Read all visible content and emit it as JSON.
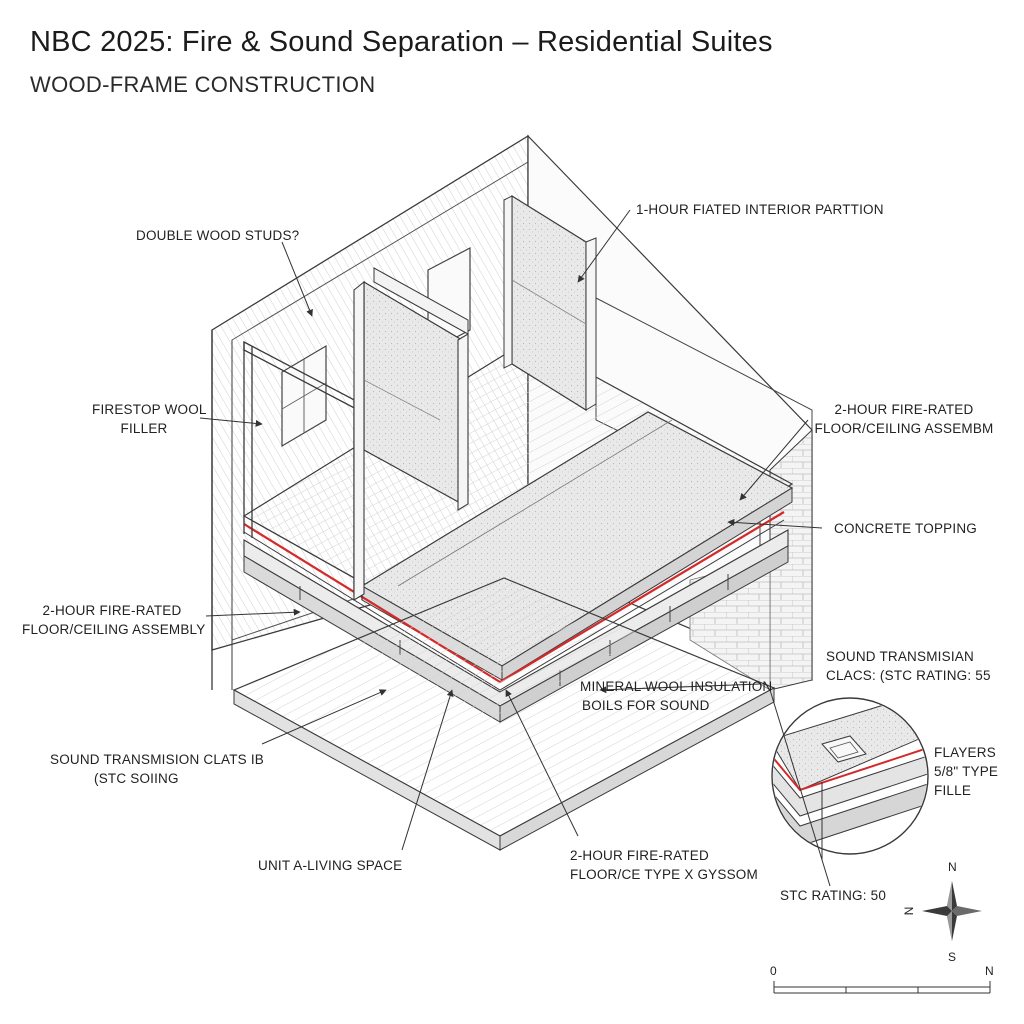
{
  "header": {
    "title": "NBC 2025: Fire & Sound Separation – Residential Suites",
    "subtitle": "WOOD-FRAME CONSTRUCTION"
  },
  "labels": {
    "double_wood_studs": "DOUBLE WOOD STUDS?",
    "interior_partition": "1-HOUR FIATED INTERIOR PARTTION",
    "firestop_line1": "FIRESTOP WOOL",
    "firestop_line2": "FILLER",
    "upper_assembly_line1": "2-HOUR FIRE-RATED",
    "upper_assembly_line2": "FLOOR/CEILING ASSEMBM",
    "concrete_topping": "CONCRETE TOPPING",
    "left_assembly_line1": "2-HOUR FIRE-RATED",
    "left_assembly_line2": "FLOOR/CEILING ASSEMBLY",
    "stc_right_line1": "SOUND TRANSMISIAN",
    "stc_right_line2": "CLACS: (STC RATING: 55",
    "mineral_wool_line1": "MINERAL WOOL INSULATION",
    "mineral_wool_line2": "BOILS FOR SOUND",
    "stc_left_line1": "SOUND TRANSMISION CLATS IB",
    "stc_left_line2": "(STC SOIING",
    "layers_line1": "FLAYERS",
    "layers_line2": "5/8\" TYPE",
    "layers_line3": "FILLE",
    "unit_a": "UNIT A-LIVING SPACE",
    "bottom_assembly_line1": "2-HOUR FIRE-RATED",
    "bottom_assembly_line2": "FLOOR/CE  TYPE X GYSSOM",
    "stc_50": "STC RATING: 50"
  },
  "compass": {
    "north": "N",
    "south": "S",
    "west": "N"
  },
  "scale_bar": {
    "start": "0",
    "end": "N"
  },
  "colors": {
    "line": "#3a3a3a",
    "fire_line": "#d42a2a",
    "concrete": "#e6e6e6",
    "panel": "#efefef"
  }
}
